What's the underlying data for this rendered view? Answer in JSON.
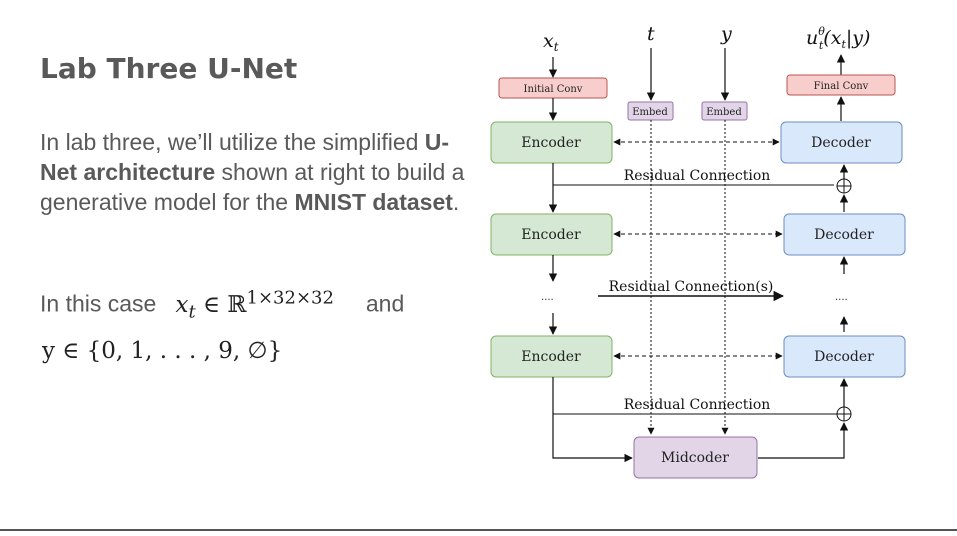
{
  "slide": {
    "title": "Lab Three U-Net",
    "para_parts": {
      "a": "In lab three, we’ll utilize the simplified ",
      "b": "U-Net architecture",
      "c": " shown at right to build a generative model for the ",
      "d": "MNIST dataset",
      "e": "."
    },
    "case_prefix": "In this case",
    "case_math_var": "x",
    "case_math_sub": "t",
    "case_math_rel": " ∈ ℝ",
    "case_math_sup": "1×32×32",
    "case_and": "and",
    "set_expr": "y ∈ {0, 1, . . . , 9, ∅}"
  },
  "diagram": {
    "inputs": {
      "x": "x",
      "x_sub": "t",
      "t": "t",
      "y": "y"
    },
    "output": {
      "u": "u",
      "u_sup": "θ",
      "u_sub": "t",
      "u_arg": "(x",
      "u_arg_sub": "t",
      "u_arg_end": "|y)"
    },
    "initial_conv": "Initial Conv",
    "final_conv": "Final Conv",
    "embed_1": "Embed",
    "embed_2": "Embed",
    "encoders": [
      "Encoder",
      "Encoder",
      "Encoder"
    ],
    "decoders": [
      "Decoder",
      "Decoder",
      "Decoder"
    ],
    "midcoder": "Midcoder",
    "residual_top": "Residual Connection",
    "residual_middle": "Residual Connection(s)",
    "residual_bottom": "Residual Connection",
    "ellipsis_left": "....",
    "ellipsis_right": "....",
    "colors": {
      "encoder_fill": "#d5e8d4",
      "encoder_stroke": "#82b366",
      "decoder_fill": "#dae8fc",
      "decoder_stroke": "#6c8ebf",
      "conv_fill": "#f8cecc",
      "conv_stroke": "#b85450",
      "mid_fill": "#e1d5e7",
      "mid_stroke": "#9673a6"
    }
  }
}
